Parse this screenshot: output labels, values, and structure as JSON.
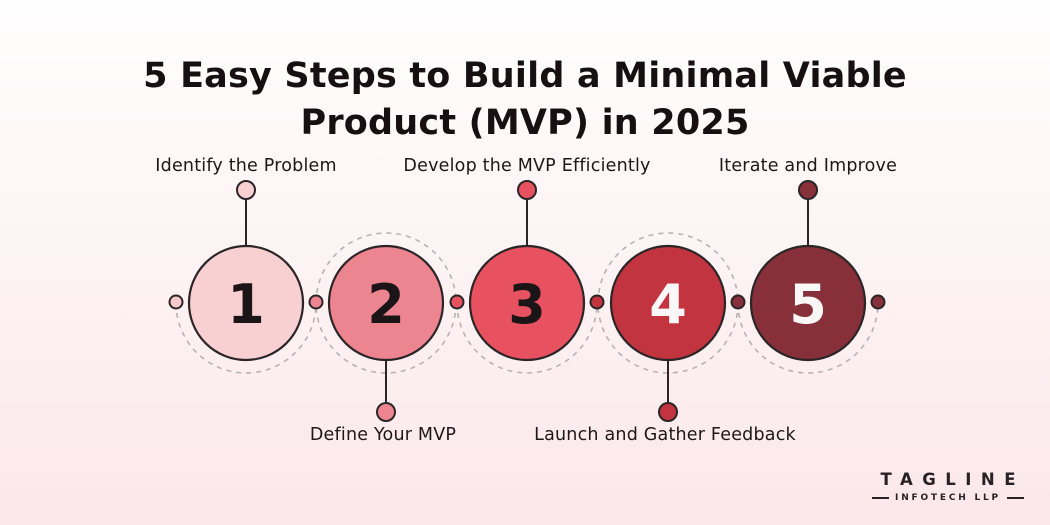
{
  "title": {
    "line1": "5 Easy Steps to Build a Minimal Viable",
    "line2": "Product (MVP) in 2025"
  },
  "steps": [
    {
      "number": "1",
      "label": "Identify the Problem",
      "position": "above",
      "color": "#F8D0D2",
      "number_color": "#1C1517"
    },
    {
      "number": "2",
      "label": "Define Your MVP",
      "position": "below",
      "color": "#ED8591",
      "number_color": "#1C1517"
    },
    {
      "number": "3",
      "label": "Develop the MVP Efficiently",
      "position": "above",
      "color": "#E85260",
      "number_color": "#1C1517"
    },
    {
      "number": "4",
      "label": "Launch and Gather Feedback",
      "position": "below",
      "color": "#C2343F",
      "number_color": "#FBF7F7"
    },
    {
      "number": "5",
      "label": "Iterate and Improve",
      "position": "above",
      "color": "#87303A",
      "number_color": "#FBF7F7"
    }
  ],
  "connector_dots": {
    "colors": [
      "#F5C8CB",
      "#ED8591",
      "#E85260",
      "#C2343F",
      "#87303A",
      "#87303A"
    ]
  },
  "logo": {
    "name": "TAGLINE",
    "subtitle": "INFOTECH LLP"
  },
  "theme": {
    "background_top": "#FFFEFE",
    "background_bottom": "#FCE7EA",
    "outline": "#2B2527",
    "dashed_line": "#B7B2B2",
    "text": "#161012"
  }
}
